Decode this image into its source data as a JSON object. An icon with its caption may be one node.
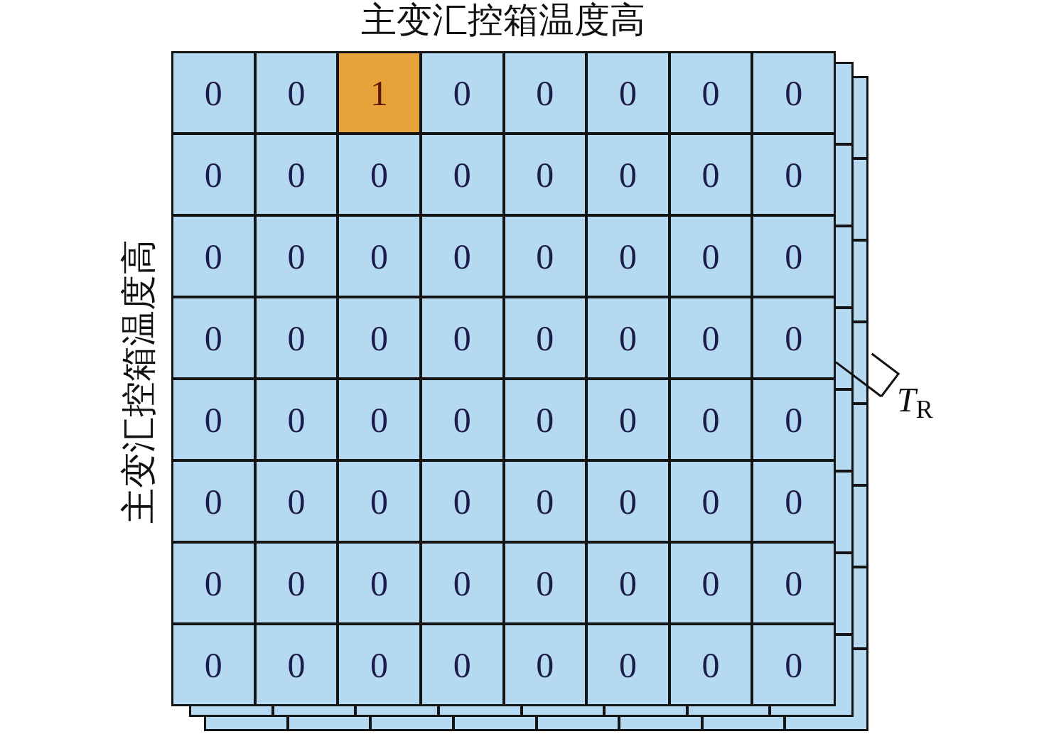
{
  "diagram": {
    "title": "主变汇控箱温度高",
    "nodes": [
      {
        "text": [],
        "shape": "box"
      },
      {
        "text": [
          "0"
        ],
        "in": 0
      },
      {
        "text": [
          "0"
        ],
        "in": 0
      },
      {
        "text": [
          "1"
        ],
        "in": 0
      },
      {
        "text": [
          "0"
        ],
        "in": 0
      },
      {
        "text": [
          "0"
        ],
        "in": 0
      },
      {
        "text": [
          "0"
        ],
        "in": 0
      },
      {
        "text": [
          "0"
        ],
        "in": 0
      },
      {
        "text": [
          "0"
        ],
        "in": 0
      },
      {
        "text": [
          "0"
        ],
        "in": 0
      },
      {
        "text": [
          "0"
        ],
        "in": 0
      },
      {
        "text": [
          "0"
        ],
        "in": 0
      },
      {
        "text": [
          "0"
        ],
        "in": 0
      },
      {
        "text": [
          "0"
        ],
        "in": 0
      },
      {
        "text": [
          "0"
        ],
        "in": 0
      },
      {
        "text": [
          "0"
        ],
        "in": 0
      },
      {
        "text": [
          "0"
        ],
        "in": 0
      },
      {
        "text": [
          "0"
        ],
        "in": 0
      },
      {
        "text": [
          "0"
        ],
        "in": 0
      },
      {
        "text": [
          "0"
        ],
        "in": 0
      },
      {
        "text": [
          "0"
        ],
        "in": 0
      },
      {
        "text": [
          "0"
        ],
        "in": 0
      },
      {
        "text": [
          "0"
        ],
        "in": 0
      },
      {
        "text": [
          "0"
        ],
        "in": 0
      },
      {
        "text": [
          "0"
        ],
        "in": 0
      },
      {
        "text": [
          "0"
        ],
        "in": 0
      },
      {
        "text": [
          "0"
        ],
        "in": 0
      },
      {
        "text": [
          "0"
        ],
        "in": 0
      },
      {
        "text": [
          "0"
        ],
        "in": 0
      },
      {
        "text": [
          "0"
        ],
        "in": 0
      },
      {
        "text": [
          "0"
        ],
        "in": 0
      },
      {
        "text": [
          "0"
        ],
        "in": 0
      },
      {
        "text": [
          "0"
        ],
        "in": 0
      },
      {
        "text": [
          "0"
        ],
        "in": 0
      },
      {
        "text": [
          "0"
        ],
        "in": 0
      },
      {
        "text": [
          "0"
        ],
        "in": 0
      },
      {
        "text": [
          "0"
        ],
        "in": 0
      },
      {
        "text": [
          "0"
        ],
        "in": 0
      },
      {
        "text": [
          "0"
        ],
        "in": 0
      },
      {
        "text": [
          "0"
        ],
        "in": 0
      },
      {
        "text": [
          "0"
        ],
        "in": 0
      },
      {
        "text": [
          "0"
        ],
        "in": 0
      },
      {
        "text": [
          "0"
        ],
        "in": 0
      },
      {
        "text": [
          "0"
        ],
        "in": 0
      },
      {
        "text": [
          "0"
        ],
        "in": 0
      },
      {
        "text": [
          "0"
        ],
        "in": 0
      },
      {
        "text": [
          "0"
        ],
        "in": 0
      },
      {
        "text": [
          "0"
        ],
        "in": 0
      },
      {
        "text": [
          "0"
        ],
        "in": 0
      },
      {
        "text": [
          "0"
        ],
        "in": 0
      },
      {
        "text": [
          "0"
        ],
        "in": 0
      },
      {
        "text": [
          "0"
        ],
        "in": 0
      },
      {
        "text": [
          "0"
        ],
        "in": 0
      },
      {
        "text": [
          "0"
        ],
        "in": 0
      },
      {
        "text": [
          "0"
        ],
        "in": 0
      },
      {
        "text": [
          "0"
        ],
        "in": 0
      },
      {
        "text": [
          "0"
        ],
        "in": 0
      },
      {
        "text": [
          "0"
        ],
        "in": 0
      },
      {
        "text": [
          "0"
        ],
        "in": 0
      },
      {
        "text": [
          "0"
        ],
        "in": 0
      },
      {
        "text": [
          "0"
        ],
        "in": 0
      },
      {
        "text": [
          "0"
        ],
        "in": 0
      },
      {
        "text": [
          "0"
        ],
        "in": 0
      },
      {
        "text": [
          "0"
        ],
        "in": 0
      },
      {
        "text": [
          "0"
        ],
        "in": 0
      },
      {
        "text": [
          "*T*$_{R}$"
        ]
      }
    ],
    "edges": [
      {
        "from": 65,
        "to": 0,
        "arrow": "other"
      }
    ],
    "labels": [
      "主变汇控箱温度高"
    ]
  }
}
